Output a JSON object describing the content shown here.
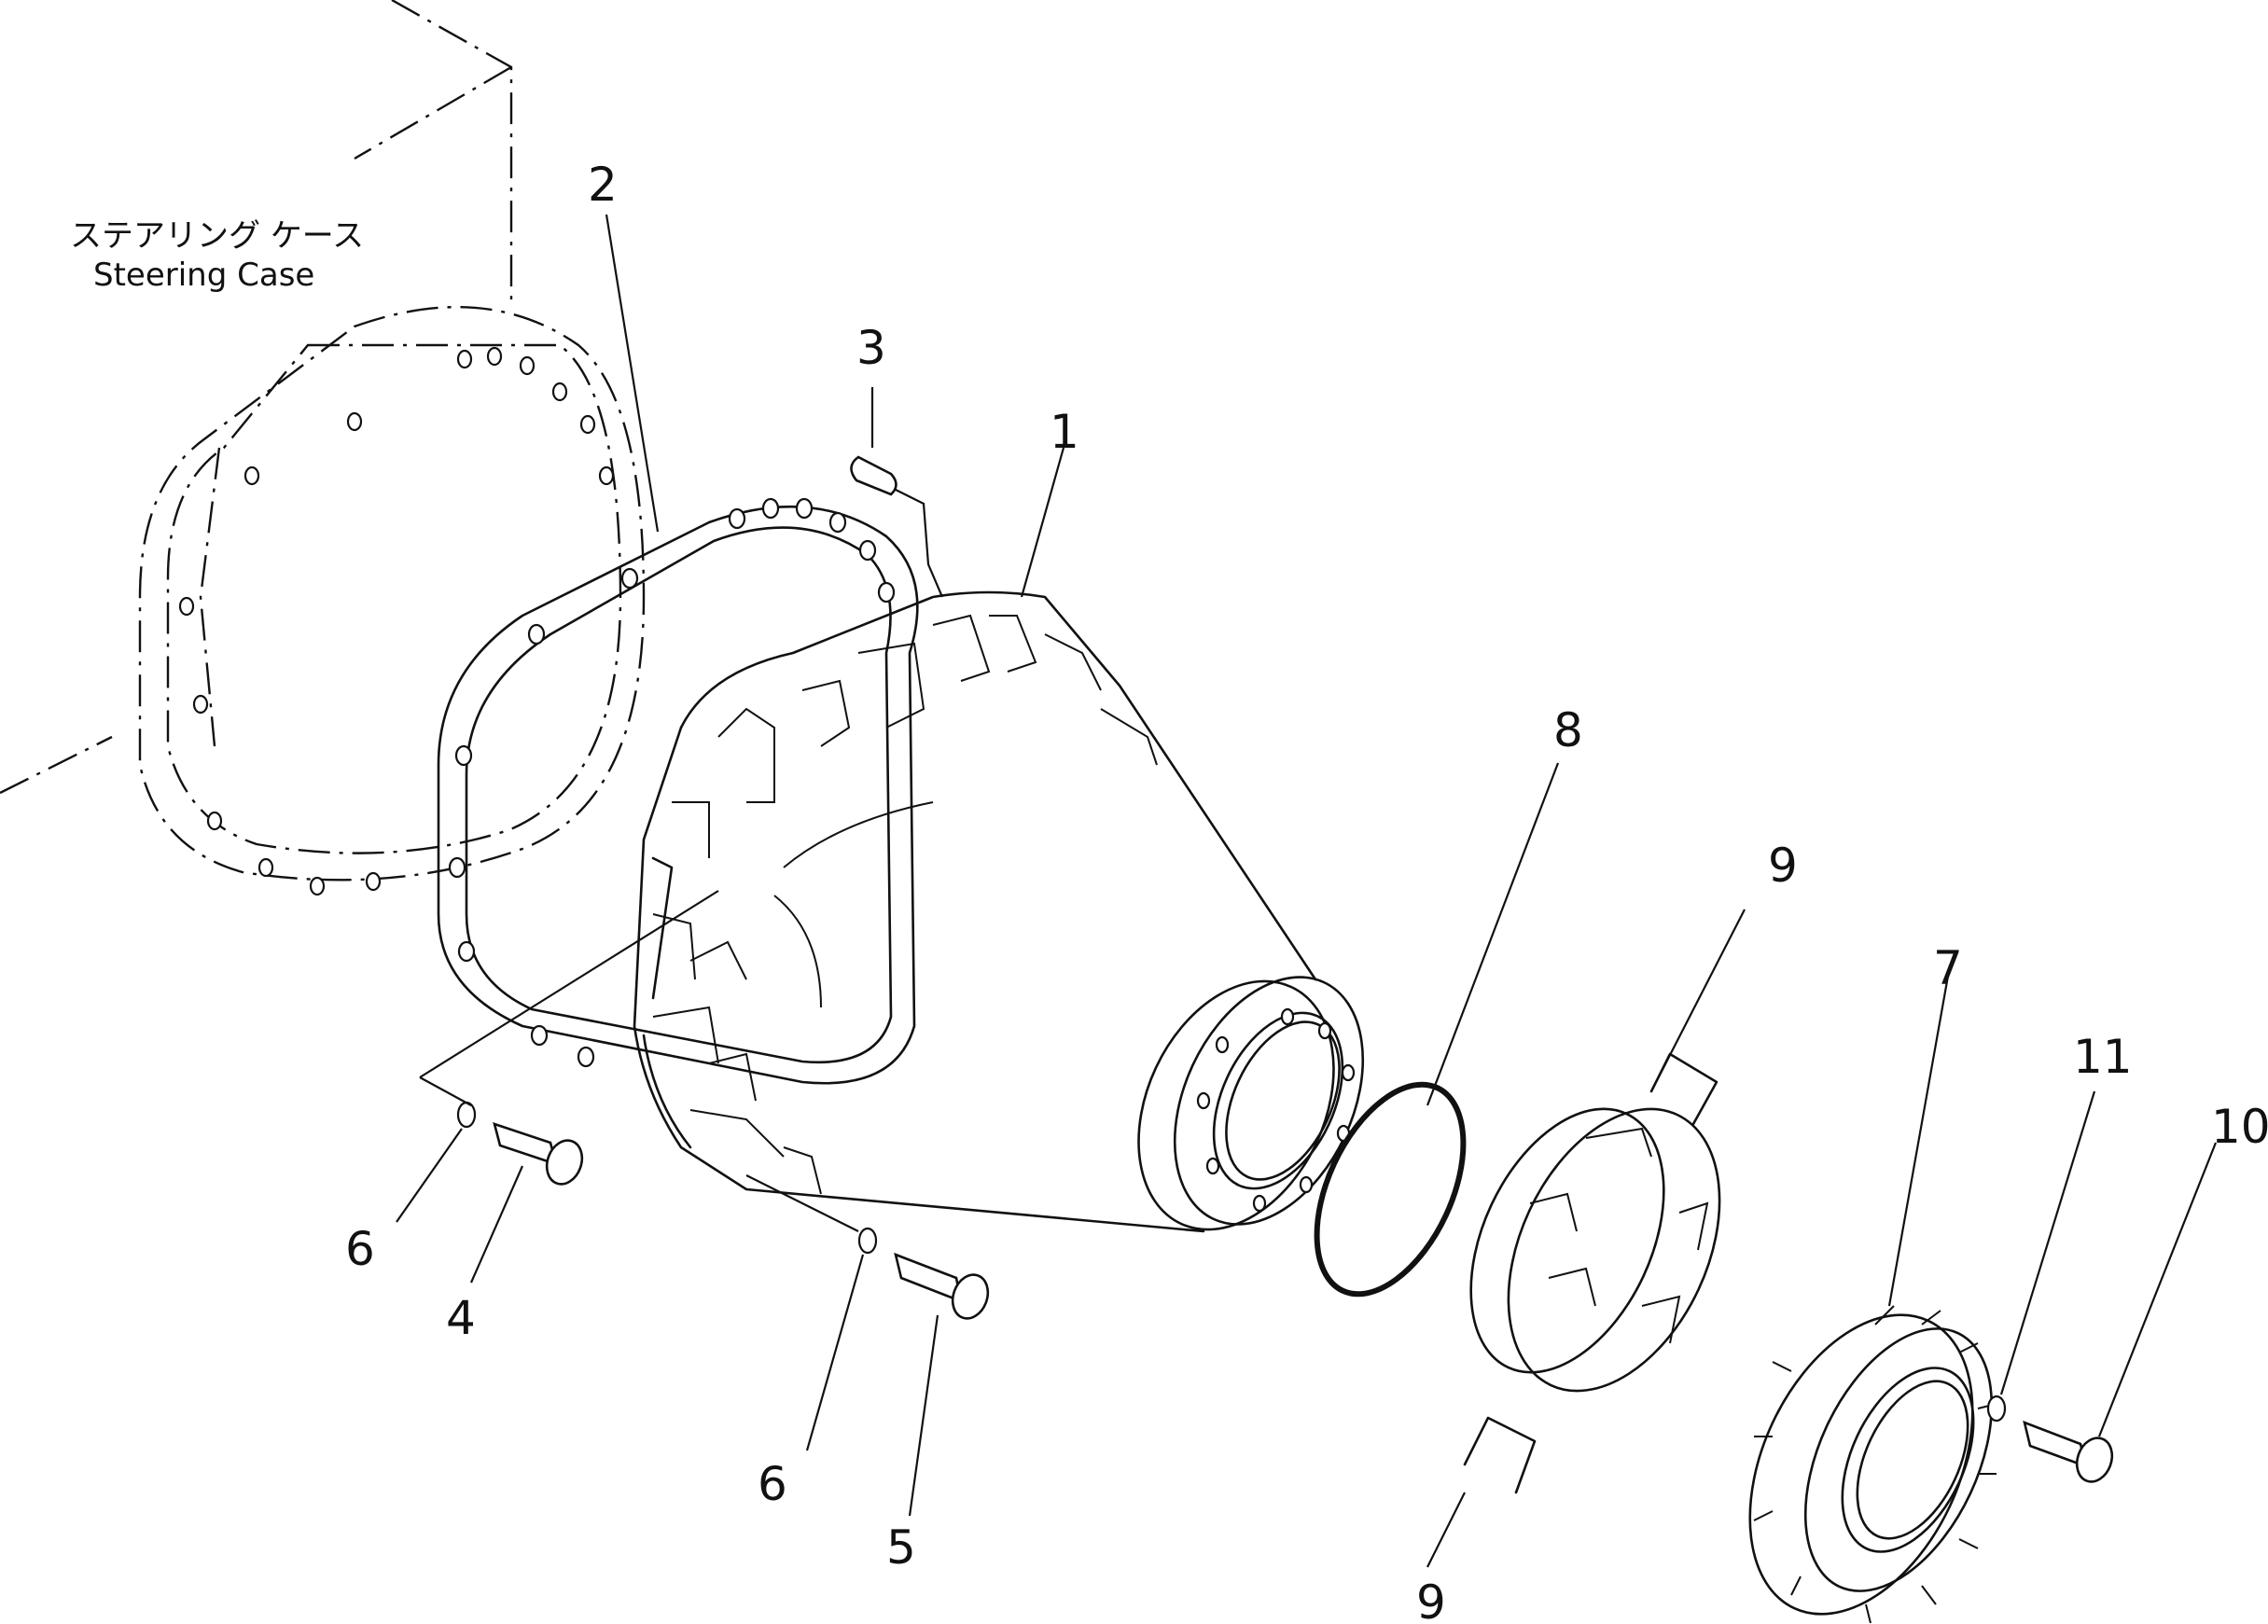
{
  "caption": {
    "japanese": "ステアリング ケース",
    "english": "Steering Case"
  },
  "callouts": [
    {
      "id": "1",
      "part": "final-drive-case"
    },
    {
      "id": "2",
      "part": "gasket"
    },
    {
      "id": "3",
      "part": "dowel-pin"
    },
    {
      "id": "4",
      "part": "bolt"
    },
    {
      "id": "5",
      "part": "bolt"
    },
    {
      "id": "6",
      "part": "washer"
    },
    {
      "id": "6",
      "part": "washer"
    },
    {
      "id": "7",
      "part": "cover"
    },
    {
      "id": "8",
      "part": "o-ring"
    },
    {
      "id": "9",
      "part": "shim"
    },
    {
      "id": "9",
      "part": "shim"
    },
    {
      "id": "10",
      "part": "bolt"
    },
    {
      "id": "11",
      "part": "washer"
    }
  ]
}
